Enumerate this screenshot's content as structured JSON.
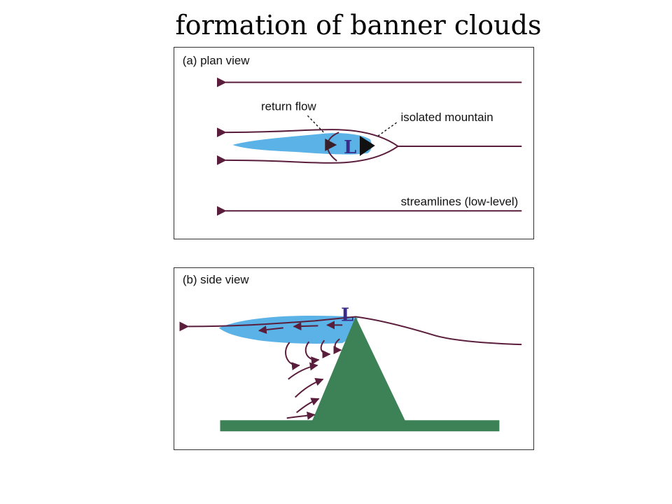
{
  "title": "formation of banner clouds",
  "panel_a": {
    "label": "(a) plan view",
    "return_flow": "return flow",
    "mountain": "isolated mountain",
    "streamlines": "streamlines (low-level)",
    "low": "L"
  },
  "panel_b": {
    "label": "(b) side view",
    "low": "L"
  },
  "colors": {
    "streamline": "#5a1e3c",
    "cloud": "#5bb2e6",
    "mountain": "#3d8157",
    "low_label": "#3b2a8a"
  }
}
